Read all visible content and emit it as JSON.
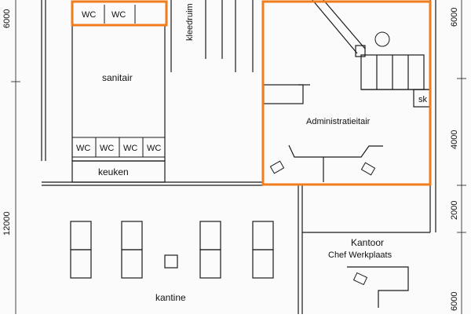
{
  "rooms": {
    "sanitair": "sanitair",
    "kleedruimte": "kleedruim",
    "administratie": "Administratieitair",
    "keuken": "keuken",
    "kantine": "kantine",
    "kantoor_line1": "Kantoor",
    "kantoor_line2": "Chef  Werkplaats",
    "sk": "sk"
  },
  "wc_label": "WC",
  "dimensions": {
    "left_top": "6000",
    "left_bottom": "12000",
    "right_top": "6000",
    "right_mid": "4000",
    "right_low": "2000",
    "right_bottom": "6000"
  },
  "colors": {
    "highlight": "#f07d1c",
    "wall": "#1a1a1a",
    "background": "#fbfbfb"
  }
}
